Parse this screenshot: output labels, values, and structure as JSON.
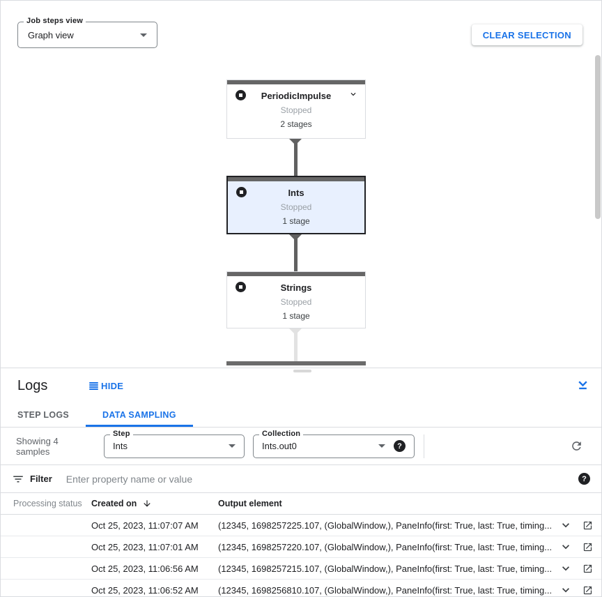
{
  "graph_toolbar": {
    "view_select": {
      "label": "Job steps view",
      "value": "Graph view"
    },
    "clear_selection_label": "CLEAR SELECTION"
  },
  "graph": {
    "nodes": [
      {
        "name": "PeriodicImpulse",
        "status": "Stopped",
        "stages": "2 stages"
      },
      {
        "name": "Ints",
        "status": "Stopped",
        "stages": "1 stage"
      },
      {
        "name": "Strings",
        "status": "Stopped",
        "stages": "1 stage"
      }
    ]
  },
  "logs_panel": {
    "title": "Logs",
    "hide_label": "HIDE",
    "tabs": {
      "step_logs": "STEP LOGS",
      "data_sampling": "DATA SAMPLING"
    },
    "sampling_toolbar": {
      "showing_text": "Showing 4 samples",
      "step_select": {
        "label": "Step",
        "value": "Ints"
      },
      "collection_select": {
        "label": "Collection",
        "value": "Ints.out0"
      },
      "help_glyph": "?"
    },
    "filter_bar": {
      "label": "Filter",
      "placeholder": "Enter property name or value",
      "help_glyph": "?"
    },
    "table": {
      "headers": {
        "processing_status": "Processing status",
        "created_on": "Created on",
        "output_element": "Output element"
      },
      "rows": [
        {
          "created_on": "Oct 25, 2023, 11:07:07 AM",
          "output_element": "(12345, 1698257225.107, (GlobalWindow,), PaneInfo(first: True, last: True, timing..."
        },
        {
          "created_on": "Oct 25, 2023, 11:07:01 AM",
          "output_element": "(12345, 1698257220.107, (GlobalWindow,), PaneInfo(first: True, last: True, timing..."
        },
        {
          "created_on": "Oct 25, 2023, 11:06:56 AM",
          "output_element": "(12345, 1698257215.107, (GlobalWindow,), PaneInfo(first: True, last: True, timing..."
        },
        {
          "created_on": "Oct 25, 2023, 11:06:52 AM",
          "output_element": "(12345, 1698256810.107, (GlobalWindow,), PaneInfo(first: True, last: True, timing..."
        }
      ]
    }
  },
  "icons": {
    "stop_circle": "filled circle with white square",
    "dropdown_arrow": "filled triangle down",
    "node_expand": "chevron down",
    "hide": "stacked horizontal lines",
    "collapse_panel": "chevron down above line",
    "refresh": "circular arrow",
    "filter": "filter lines",
    "sort_desc": "down arrow",
    "row_expand": "chevron down",
    "open_in_new": "box with outgoing arrow",
    "processing_status": "gray dot"
  },
  "colors": {
    "accent_blue": "#1a73e8",
    "selected_node_bg": "#e8f0fe",
    "node_bar_gray": "#666666",
    "border_gray": "#dadce0"
  }
}
